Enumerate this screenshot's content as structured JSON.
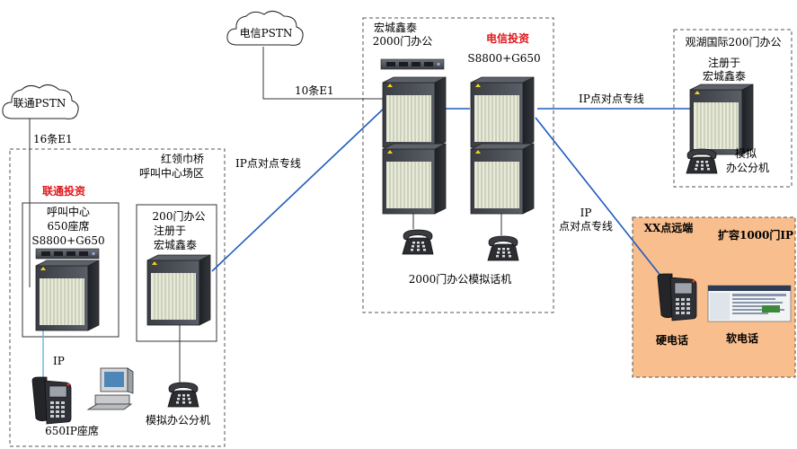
{
  "clouds": {
    "telecom_pstn": "电信PSTN",
    "unicom_pstn": "联通PSTN"
  },
  "links": {
    "e1_10": "10条E1",
    "e1_16": "16条E1",
    "ip_p2p_left": "IP点对点专线",
    "ip_p2p_right": "IP点对点专线",
    "ip_p2p_remote_ip": "IP",
    "ip_p2p_remote_line": "点对点专线",
    "ip_seat": "IP"
  },
  "center_site": {
    "name_line1": "宏城鑫泰",
    "name_line2": "2000门办公",
    "investor": "电信投资",
    "model": "S8800+G650",
    "phones_label": "2000门办公模拟话机"
  },
  "guanhu_site": {
    "title": "观湖国际200门办公",
    "reg_line1": "注册于",
    "reg_line2": "宏城鑫泰",
    "phone_label_line1": "模拟",
    "phone_label_line2": "办公分机"
  },
  "hongling_site": {
    "title_line1": "红领巾桥",
    "title_line2": "呼叫中心场区",
    "investor": "联通投资",
    "callcenter_line1": "呼叫中心",
    "callcenter_line2": "650座席",
    "callcenter_line3": "S8800+G650",
    "office_line1": "200门办公",
    "office_line2": "注册于",
    "office_line3": "宏城鑫泰",
    "seat_label": "650IP座席",
    "analog_label": "模拟办公分机"
  },
  "remote_site": {
    "name": "XX点远端",
    "expansion": "扩容1000门IP",
    "hard_phone": "硬电话",
    "soft_phone": "软电话"
  },
  "colors": {
    "link_blue": "#1f5bbf",
    "remote_fill": "#f9be8d",
    "investor_red": "#e0161b"
  }
}
